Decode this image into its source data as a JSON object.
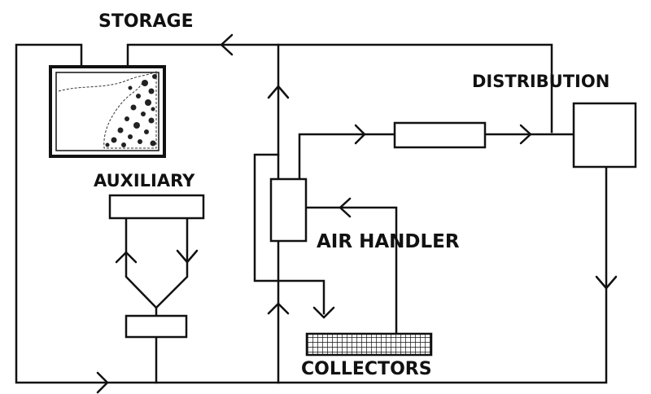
{
  "labels": {
    "storage": "STORAGE",
    "distribution": "DISTRIBUTION",
    "auxiliary": "AUXILIARY",
    "air_handler": "AIR HANDLER",
    "collectors": "COLLECTORS"
  },
  "colors": {
    "ink": "#111111",
    "background": "#ffffff"
  }
}
